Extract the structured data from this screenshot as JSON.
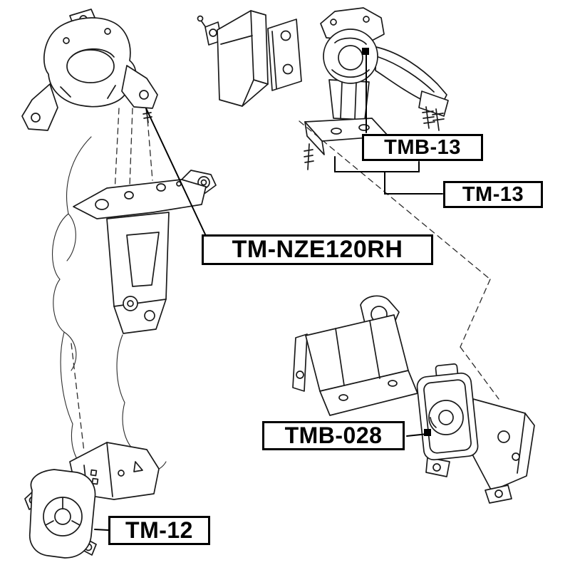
{
  "page": {
    "background": "#ffffff"
  },
  "diagram": {
    "type": "auto-parts-exploded-diagram",
    "labels": [
      {
        "id": "tmb-13",
        "text": "TMB-13"
      },
      {
        "id": "tm-13",
        "text": "TM-13"
      },
      {
        "id": "tm-nze120rh",
        "text": "TM-NZE120RH"
      },
      {
        "id": "tmb-028",
        "text": "TMB-028"
      },
      {
        "id": "tm-12",
        "text": "TM-12"
      }
    ],
    "colors": {
      "line": "#1a1a1a",
      "silhouette_line": "#2b2b2b",
      "label_border": "#000000",
      "label_text": "#000000",
      "label_background": "#ffffff"
    }
  }
}
